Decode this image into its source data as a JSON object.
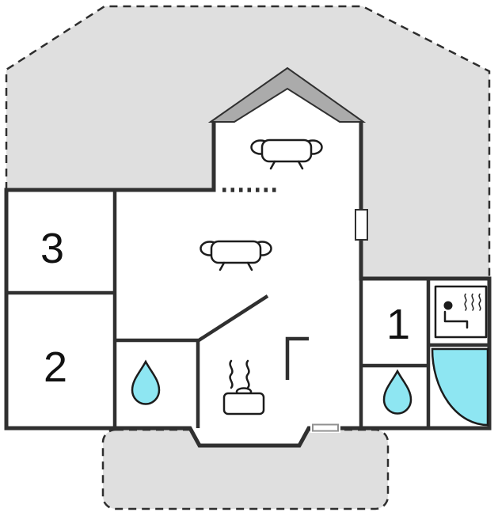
{
  "diagram_type": "floor-plan",
  "labels": {
    "room3": "3",
    "room2": "2",
    "room1": "1"
  },
  "colors": {
    "background": "#ffffff",
    "terrace_fill": "#dfdfdf",
    "roof_band": "#ababab",
    "wall": "#303030",
    "boundary": "#2e2e2e",
    "water": "#8ee6f2",
    "icon": "#1c1c1c",
    "door_frame": "#909090"
  },
  "icons": [
    {
      "name": "sofa-icon",
      "room": "upper-lounge"
    },
    {
      "name": "sofa-icon",
      "room": "living-room"
    },
    {
      "name": "stove-pot-icon",
      "room": "kitchen"
    },
    {
      "name": "water-drop-icon",
      "room": "bathroom-left"
    },
    {
      "name": "water-drop-icon",
      "room": "bathroom-right"
    },
    {
      "name": "sauna-icon",
      "room": "sauna"
    },
    {
      "name": "bathtub-icon",
      "room": "corner-bathroom"
    },
    {
      "name": "window-icon",
      "room": "living-room"
    },
    {
      "name": "door-icon",
      "room": "entrance"
    }
  ]
}
